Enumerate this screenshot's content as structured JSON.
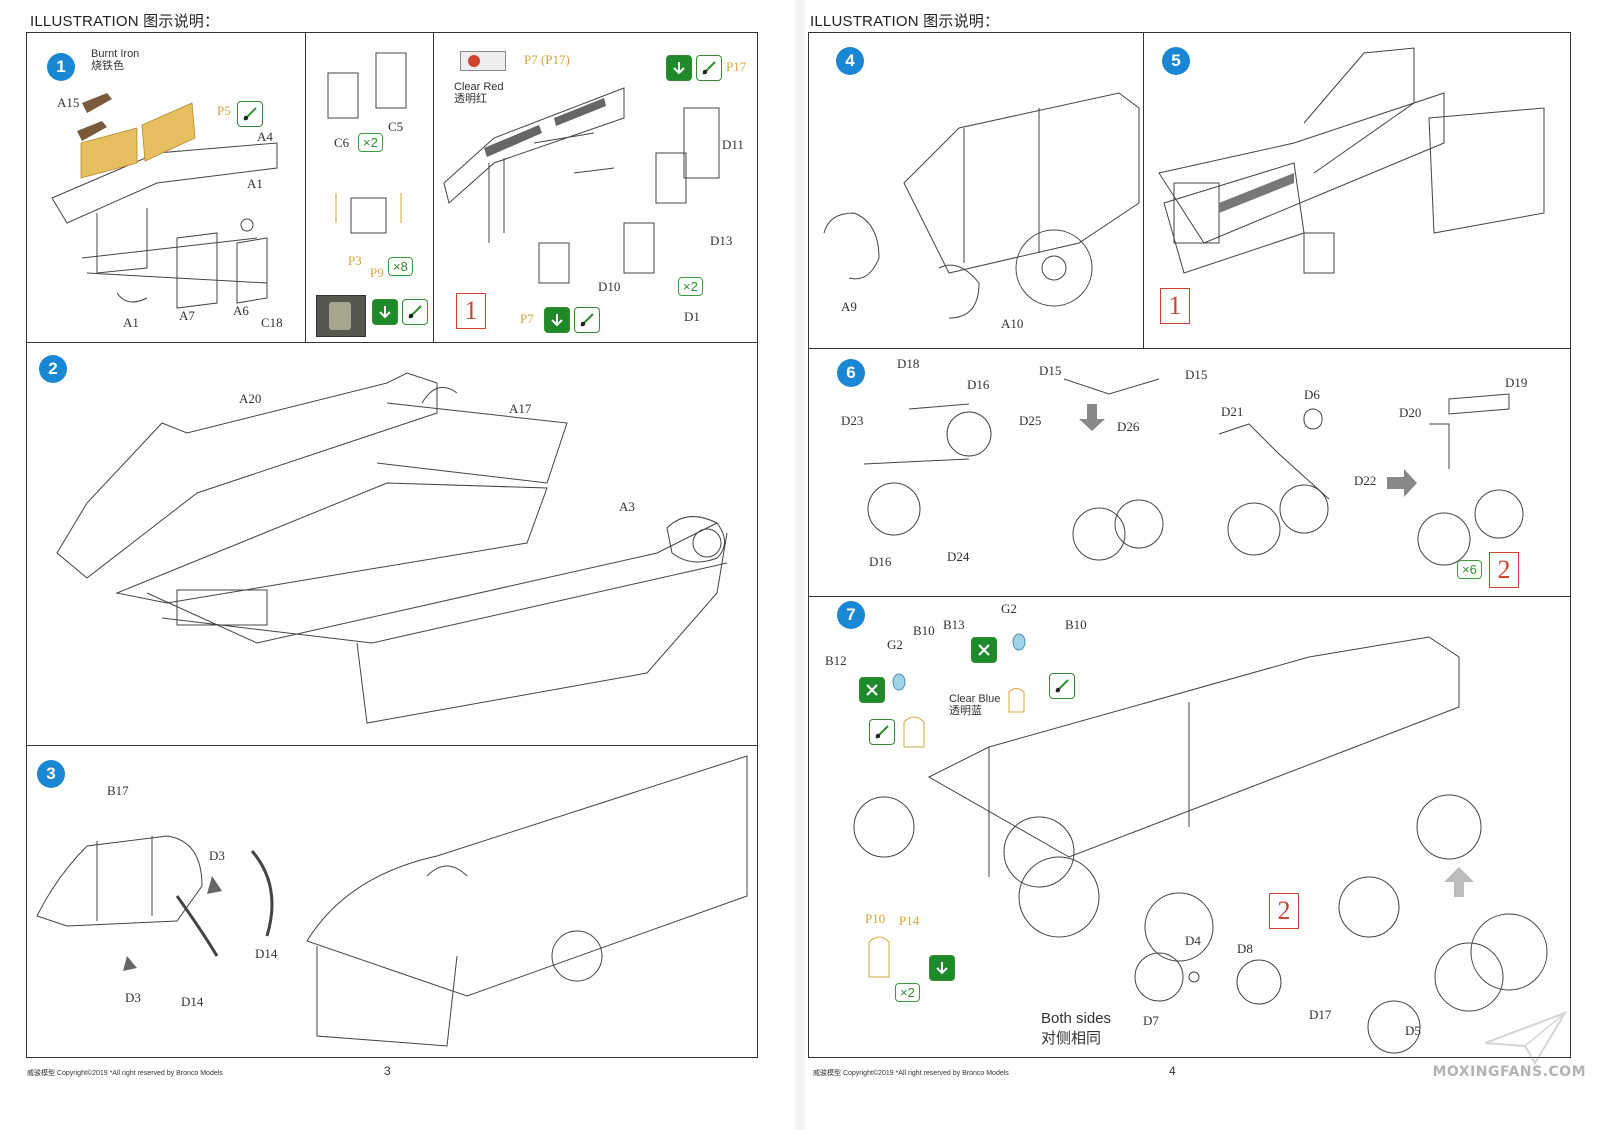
{
  "pages": {
    "left": {
      "header": "ILLUSTRATION 图示说明：",
      "page_number": "3",
      "footer": "威骏模型 Copyright©2019 *All right reserved by Bronco Models"
    },
    "right": {
      "header": "ILLUSTRATION 图示说明：",
      "page_number": "4",
      "footer": "威骏模型 Copyright©2019 *All right reserved by Bronco Models",
      "watermark": "MOXINGFANS.COM"
    }
  },
  "steps": {
    "step1": {
      "number": "1",
      "color_note_en": "Burnt Iron",
      "color_note_cn": "烧铁色",
      "labels": [
        "A15",
        "P5",
        "A4",
        "A1",
        "A1",
        "A7",
        "A6",
        "C18",
        "C6",
        "C5",
        "P3",
        "P9"
      ],
      "qty_c": "×2",
      "qty_p9": "×8",
      "p7_label": "P7 (P17)",
      "clear_red_en": "Clear Red",
      "clear_red_cn": "透明红",
      "p17": "P17",
      "d11": "D11",
      "d10": "D10",
      "d13": "D13",
      "d1": "D1",
      "qty_d13": "×2",
      "p7": "P7",
      "ref": "1"
    },
    "step2": {
      "number": "2",
      "labels": {
        "a20": "A20",
        "a17": "A17",
        "a3": "A3"
      }
    },
    "step3": {
      "number": "3",
      "labels": {
        "b17": "B17",
        "d3a": "D3",
        "d3b": "D3",
        "d14a": "D14",
        "d14b": "D14"
      }
    },
    "step4": {
      "number": "4",
      "labels": {
        "a9": "A9",
        "a10": "A10"
      }
    },
    "step5": {
      "number": "5",
      "ref": "1"
    },
    "step6": {
      "number": "6",
      "labels": {
        "d18": "D18",
        "d16a": "D16",
        "d25": "D25",
        "d23": "D23",
        "d16b": "D16",
        "d24": "D24",
        "d15a": "D15",
        "d15b": "D15",
        "d26": "D26",
        "d21": "D21",
        "d6": "D6",
        "d22": "D22",
        "d20": "D20",
        "d19": "D19"
      },
      "qty": "×6",
      "ref": "2"
    },
    "step7": {
      "number": "7",
      "labels": {
        "b12": "B12",
        "g2a": "G2",
        "b10a": "B10",
        "b13": "B13",
        "g2b": "G2",
        "b10b": "B10",
        "p10": "P10",
        "p14": "P14",
        "d7": "D7",
        "d4": "D4",
        "d8": "D8",
        "d17": "D17",
        "d5": "D5"
      },
      "clear_blue_en": "Clear Blue",
      "clear_blue_cn": "透明蓝",
      "qty": "×2",
      "ref": "2",
      "both_sides_en": "Both sides",
      "both_sides_cn": "对侧相同"
    }
  },
  "colors": {
    "step_badge": "#1a87d4",
    "photo_etch": "#d9a43a",
    "qty_green": "#2f8f2f",
    "ref_red": "#d0432f"
  },
  "icons": [
    "glue-icon",
    "arrow-down-icon",
    "cut-icon"
  ]
}
